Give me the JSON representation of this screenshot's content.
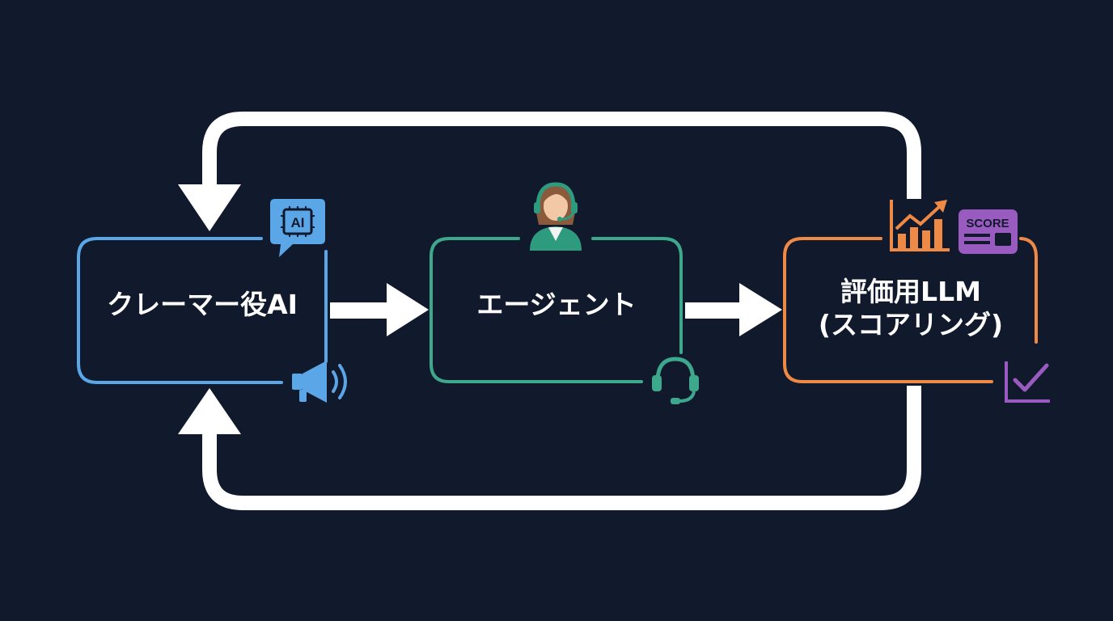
{
  "nodes": {
    "claimer": {
      "label": "クレーマー役AI",
      "color": "#5aa6e6",
      "icons": [
        "ai-chip-speech-bubble-icon",
        "megaphone-icon"
      ],
      "chip_text": "AI"
    },
    "agent": {
      "label": "エージェント",
      "color": "#3ea88c",
      "icons": [
        "operator-person-icon",
        "headset-icon"
      ]
    },
    "evaluator": {
      "label_line1": "評価用LLM",
      "label_line2": "(スコアリング)",
      "color": "#ee8a45",
      "icons": [
        "growth-chart-icon",
        "score-card-icon",
        "checkmark-icon"
      ],
      "score_text": "SCORE"
    }
  },
  "colors": {
    "background": "#111a2c",
    "arrows": "#ffffff",
    "score_accent": "#9a5bc0"
  }
}
